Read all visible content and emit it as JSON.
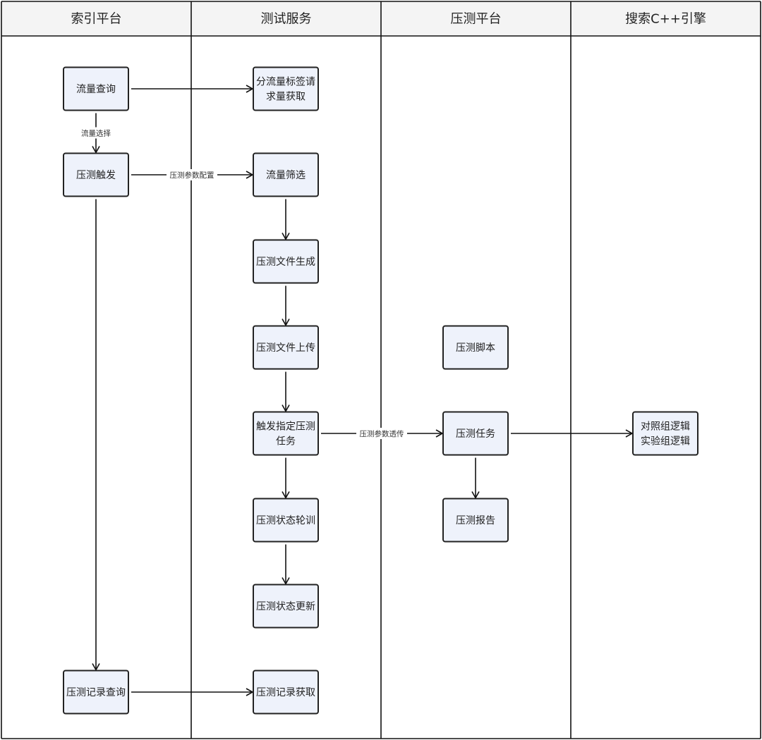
{
  "lanes": [
    {
      "id": "index",
      "title": "索引平台"
    },
    {
      "id": "test",
      "title": "测试服务"
    },
    {
      "id": "stress",
      "title": "压测平台"
    },
    {
      "id": "search",
      "title": "搜索C++引擎"
    }
  ],
  "nodes": [
    {
      "id": "traffic_query",
      "lane": "index",
      "lines": [
        "流量查询"
      ]
    },
    {
      "id": "stress_trigger",
      "lane": "index",
      "lines": [
        "压测触发"
      ]
    },
    {
      "id": "record_query",
      "lane": "index",
      "lines": [
        "压测记录查询"
      ]
    },
    {
      "id": "split_fetch",
      "lane": "test",
      "lines": [
        "分流量标签请",
        "求量获取"
      ]
    },
    {
      "id": "traffic_filter",
      "lane": "test",
      "lines": [
        "流量筛选"
      ]
    },
    {
      "id": "file_gen",
      "lane": "test",
      "lines": [
        "压测文件生成"
      ]
    },
    {
      "id": "file_upload",
      "lane": "test",
      "lines": [
        "压测文件上传"
      ]
    },
    {
      "id": "trigger_task",
      "lane": "test",
      "lines": [
        "触发指定压测",
        "任务"
      ]
    },
    {
      "id": "status_poll",
      "lane": "test",
      "lines": [
        "压测状态轮训"
      ]
    },
    {
      "id": "status_update",
      "lane": "test",
      "lines": [
        "压测状态更新"
      ]
    },
    {
      "id": "record_fetch",
      "lane": "test",
      "lines": [
        "压测记录获取"
      ]
    },
    {
      "id": "stress_script",
      "lane": "stress",
      "lines": [
        "压测脚本"
      ]
    },
    {
      "id": "stress_task",
      "lane": "stress",
      "lines": [
        "压测任务"
      ]
    },
    {
      "id": "stress_report",
      "lane": "stress",
      "lines": [
        "压测报告"
      ]
    },
    {
      "id": "ab_logic",
      "lane": "search",
      "lines": [
        "对照组逻辑",
        "实验组逻辑"
      ]
    }
  ],
  "edges": [
    {
      "from": "traffic_query",
      "to": "split_fetch",
      "label": ""
    },
    {
      "from": "traffic_query",
      "to": "stress_trigger",
      "label": "流量选择"
    },
    {
      "from": "stress_trigger",
      "to": "traffic_filter",
      "label": "压测参数配置"
    },
    {
      "from": "stress_trigger",
      "to": "record_query",
      "label": ""
    },
    {
      "from": "traffic_filter",
      "to": "file_gen",
      "label": ""
    },
    {
      "from": "file_gen",
      "to": "file_upload",
      "label": ""
    },
    {
      "from": "file_upload",
      "to": "trigger_task",
      "label": ""
    },
    {
      "from": "trigger_task",
      "to": "stress_task",
      "label": "压测参数透传"
    },
    {
      "from": "trigger_task",
      "to": "status_poll",
      "label": ""
    },
    {
      "from": "status_poll",
      "to": "status_update",
      "label": ""
    },
    {
      "from": "stress_task",
      "to": "ab_logic",
      "label": ""
    },
    {
      "from": "stress_task",
      "to": "stress_report",
      "label": ""
    },
    {
      "from": "record_query",
      "to": "record_fetch",
      "label": ""
    }
  ]
}
